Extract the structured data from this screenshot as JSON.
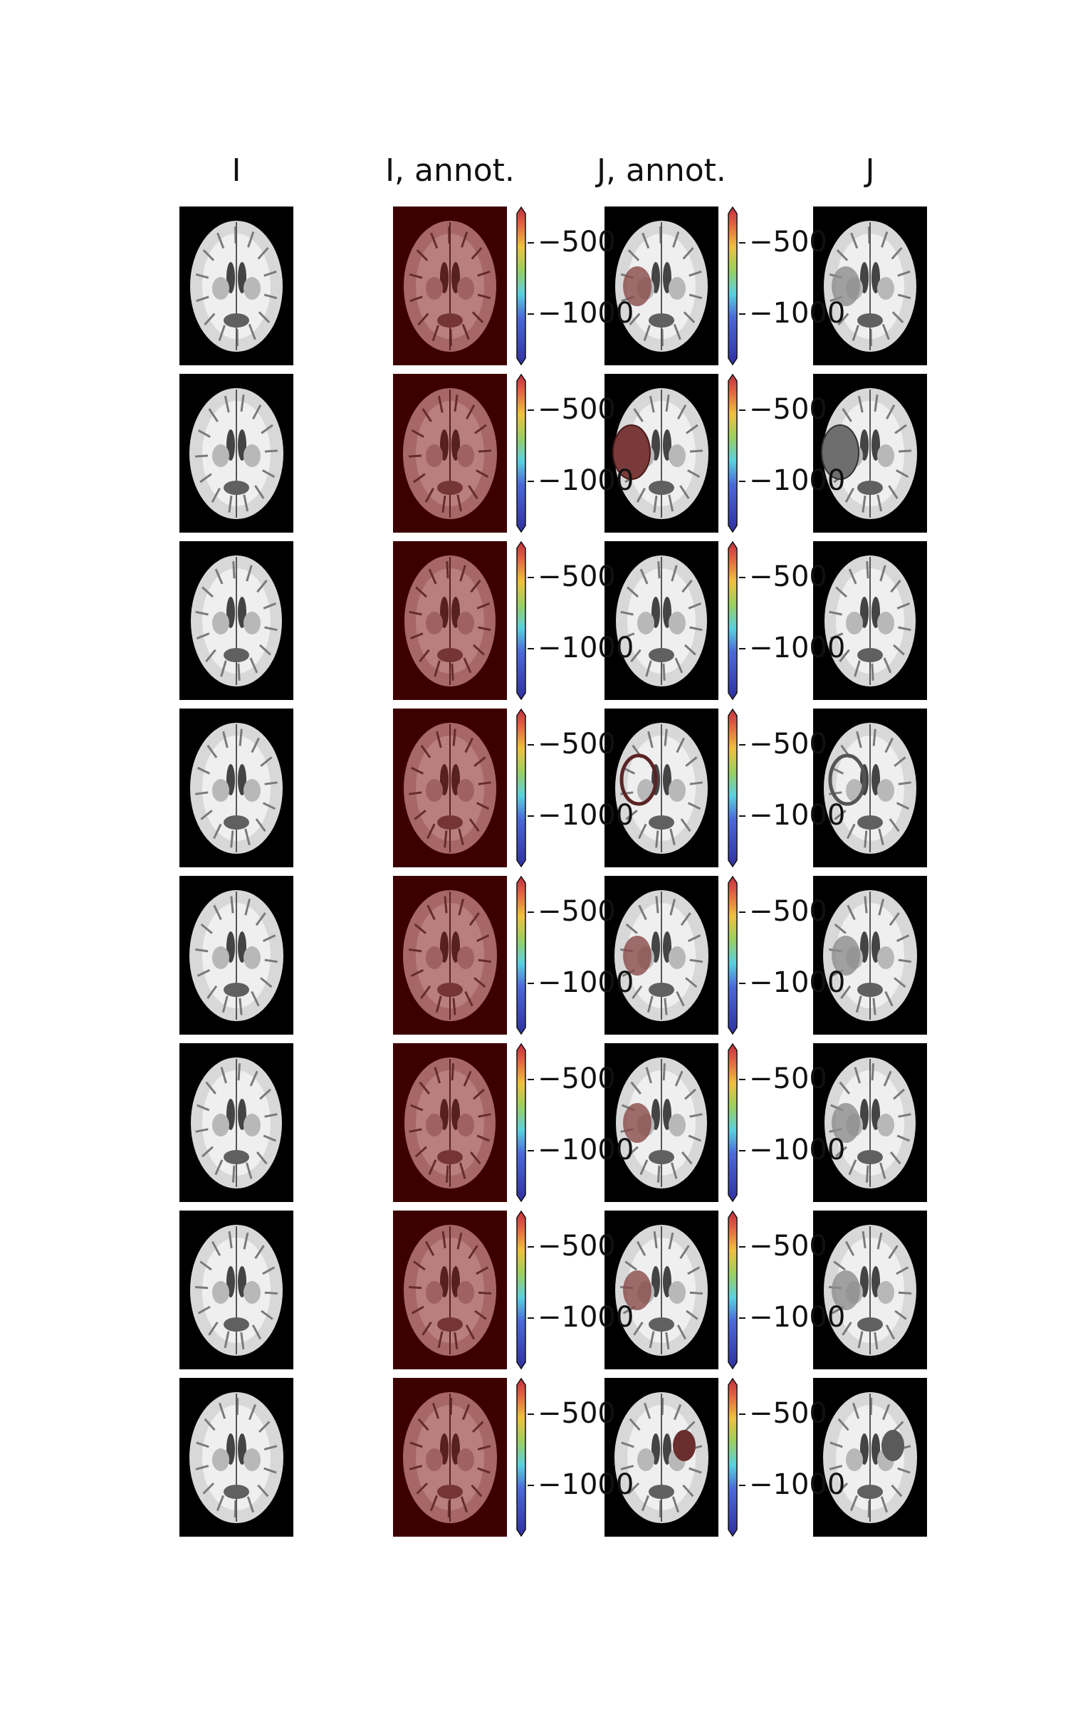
{
  "columns": [
    {
      "key": "I",
      "title": "I"
    },
    {
      "key": "I_annot",
      "title": "I, annot."
    },
    {
      "key": "J_annot",
      "title": "J, annot."
    },
    {
      "key": "J",
      "title": "J"
    }
  ],
  "colorbar": {
    "colormap": "jet",
    "ticks": [
      "−500",
      "−1000"
    ]
  },
  "rows": [
    {
      "id": 1,
      "lesion": "mild-right"
    },
    {
      "id": 2,
      "lesion": "large-right-cyst"
    },
    {
      "id": 3,
      "lesion": "none"
    },
    {
      "id": 4,
      "lesion": "right-ring"
    },
    {
      "id": 5,
      "lesion": "right-diffuse"
    },
    {
      "id": 6,
      "lesion": "right-small"
    },
    {
      "id": 7,
      "lesion": "right-mixed"
    },
    {
      "id": 8,
      "lesion": "left-dark"
    }
  ],
  "colors": {
    "background": "#000000",
    "annot_background": "#3d0000",
    "annot_tint": "#c08080"
  }
}
